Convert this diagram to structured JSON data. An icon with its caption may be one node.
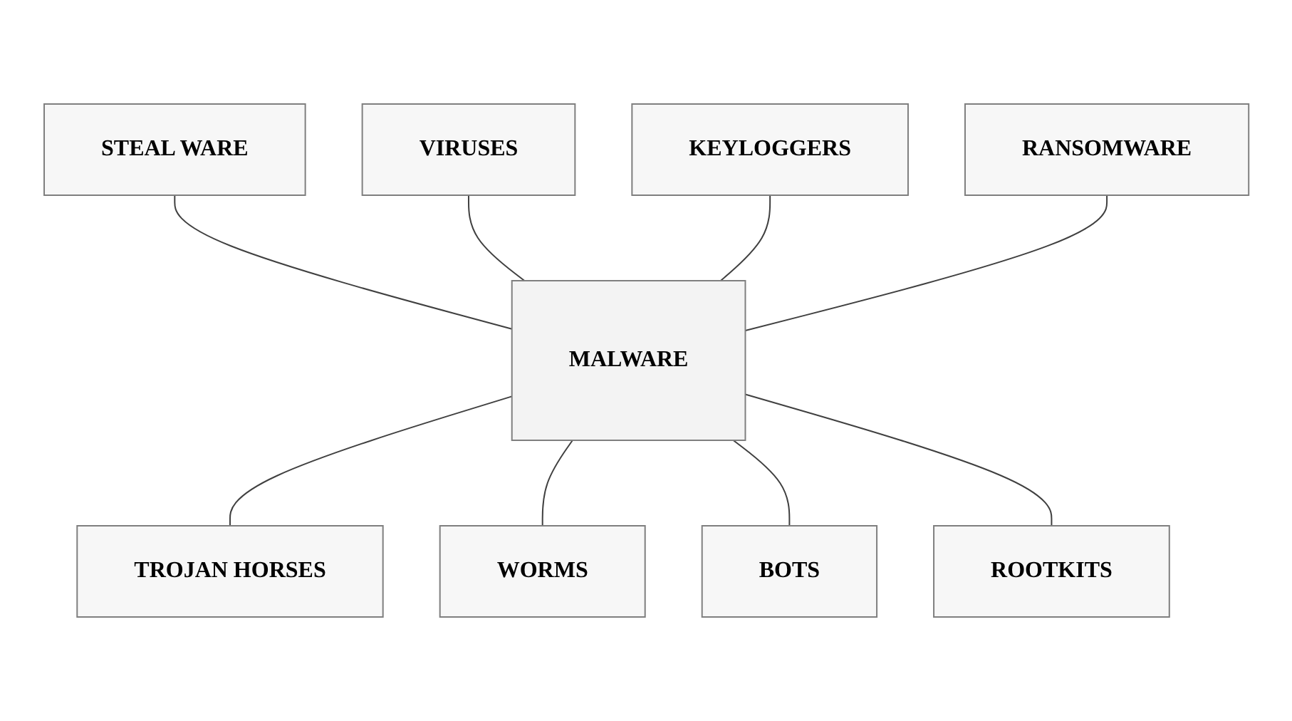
{
  "diagram": {
    "nodes": [
      {
        "text": [
          "STEAL WARE"
        ]
      },
      {
        "text": [
          "VIRUSES"
        ]
      },
      {
        "text": [
          "KEYLOGGERS"
        ]
      },
      {
        "text": [
          "MALWARE"
        ]
      },
      {
        "text": [
          "TROJAN HORSES"
        ]
      },
      {
        "text": [
          "RANSOMWARE"
        ]
      },
      {
        "text": [
          "WORMS"
        ]
      },
      {
        "text": [
          "BOTS"
        ]
      },
      {
        "text": [
          "ROOTKITS"
        ]
      }
    ],
    "edges": [
      {
        "from": 0,
        "to": 3,
        "arrow": "none"
      },
      {
        "from": 1,
        "to": 3,
        "arrow": "none"
      },
      {
        "from": 2,
        "to": 3,
        "arrow": "none"
      },
      {
        "from": 3,
        "to": 4,
        "arrow": "none"
      },
      {
        "from": 5,
        "to": 3,
        "arrow": "none"
      },
      {
        "from": 3,
        "to": 6,
        "arrow": "none"
      },
      {
        "from": 3,
        "to": 7,
        "arrow": "none"
      },
      {
        "from": 3,
        "to": 8,
        "arrow": "none"
      }
    ]
  }
}
